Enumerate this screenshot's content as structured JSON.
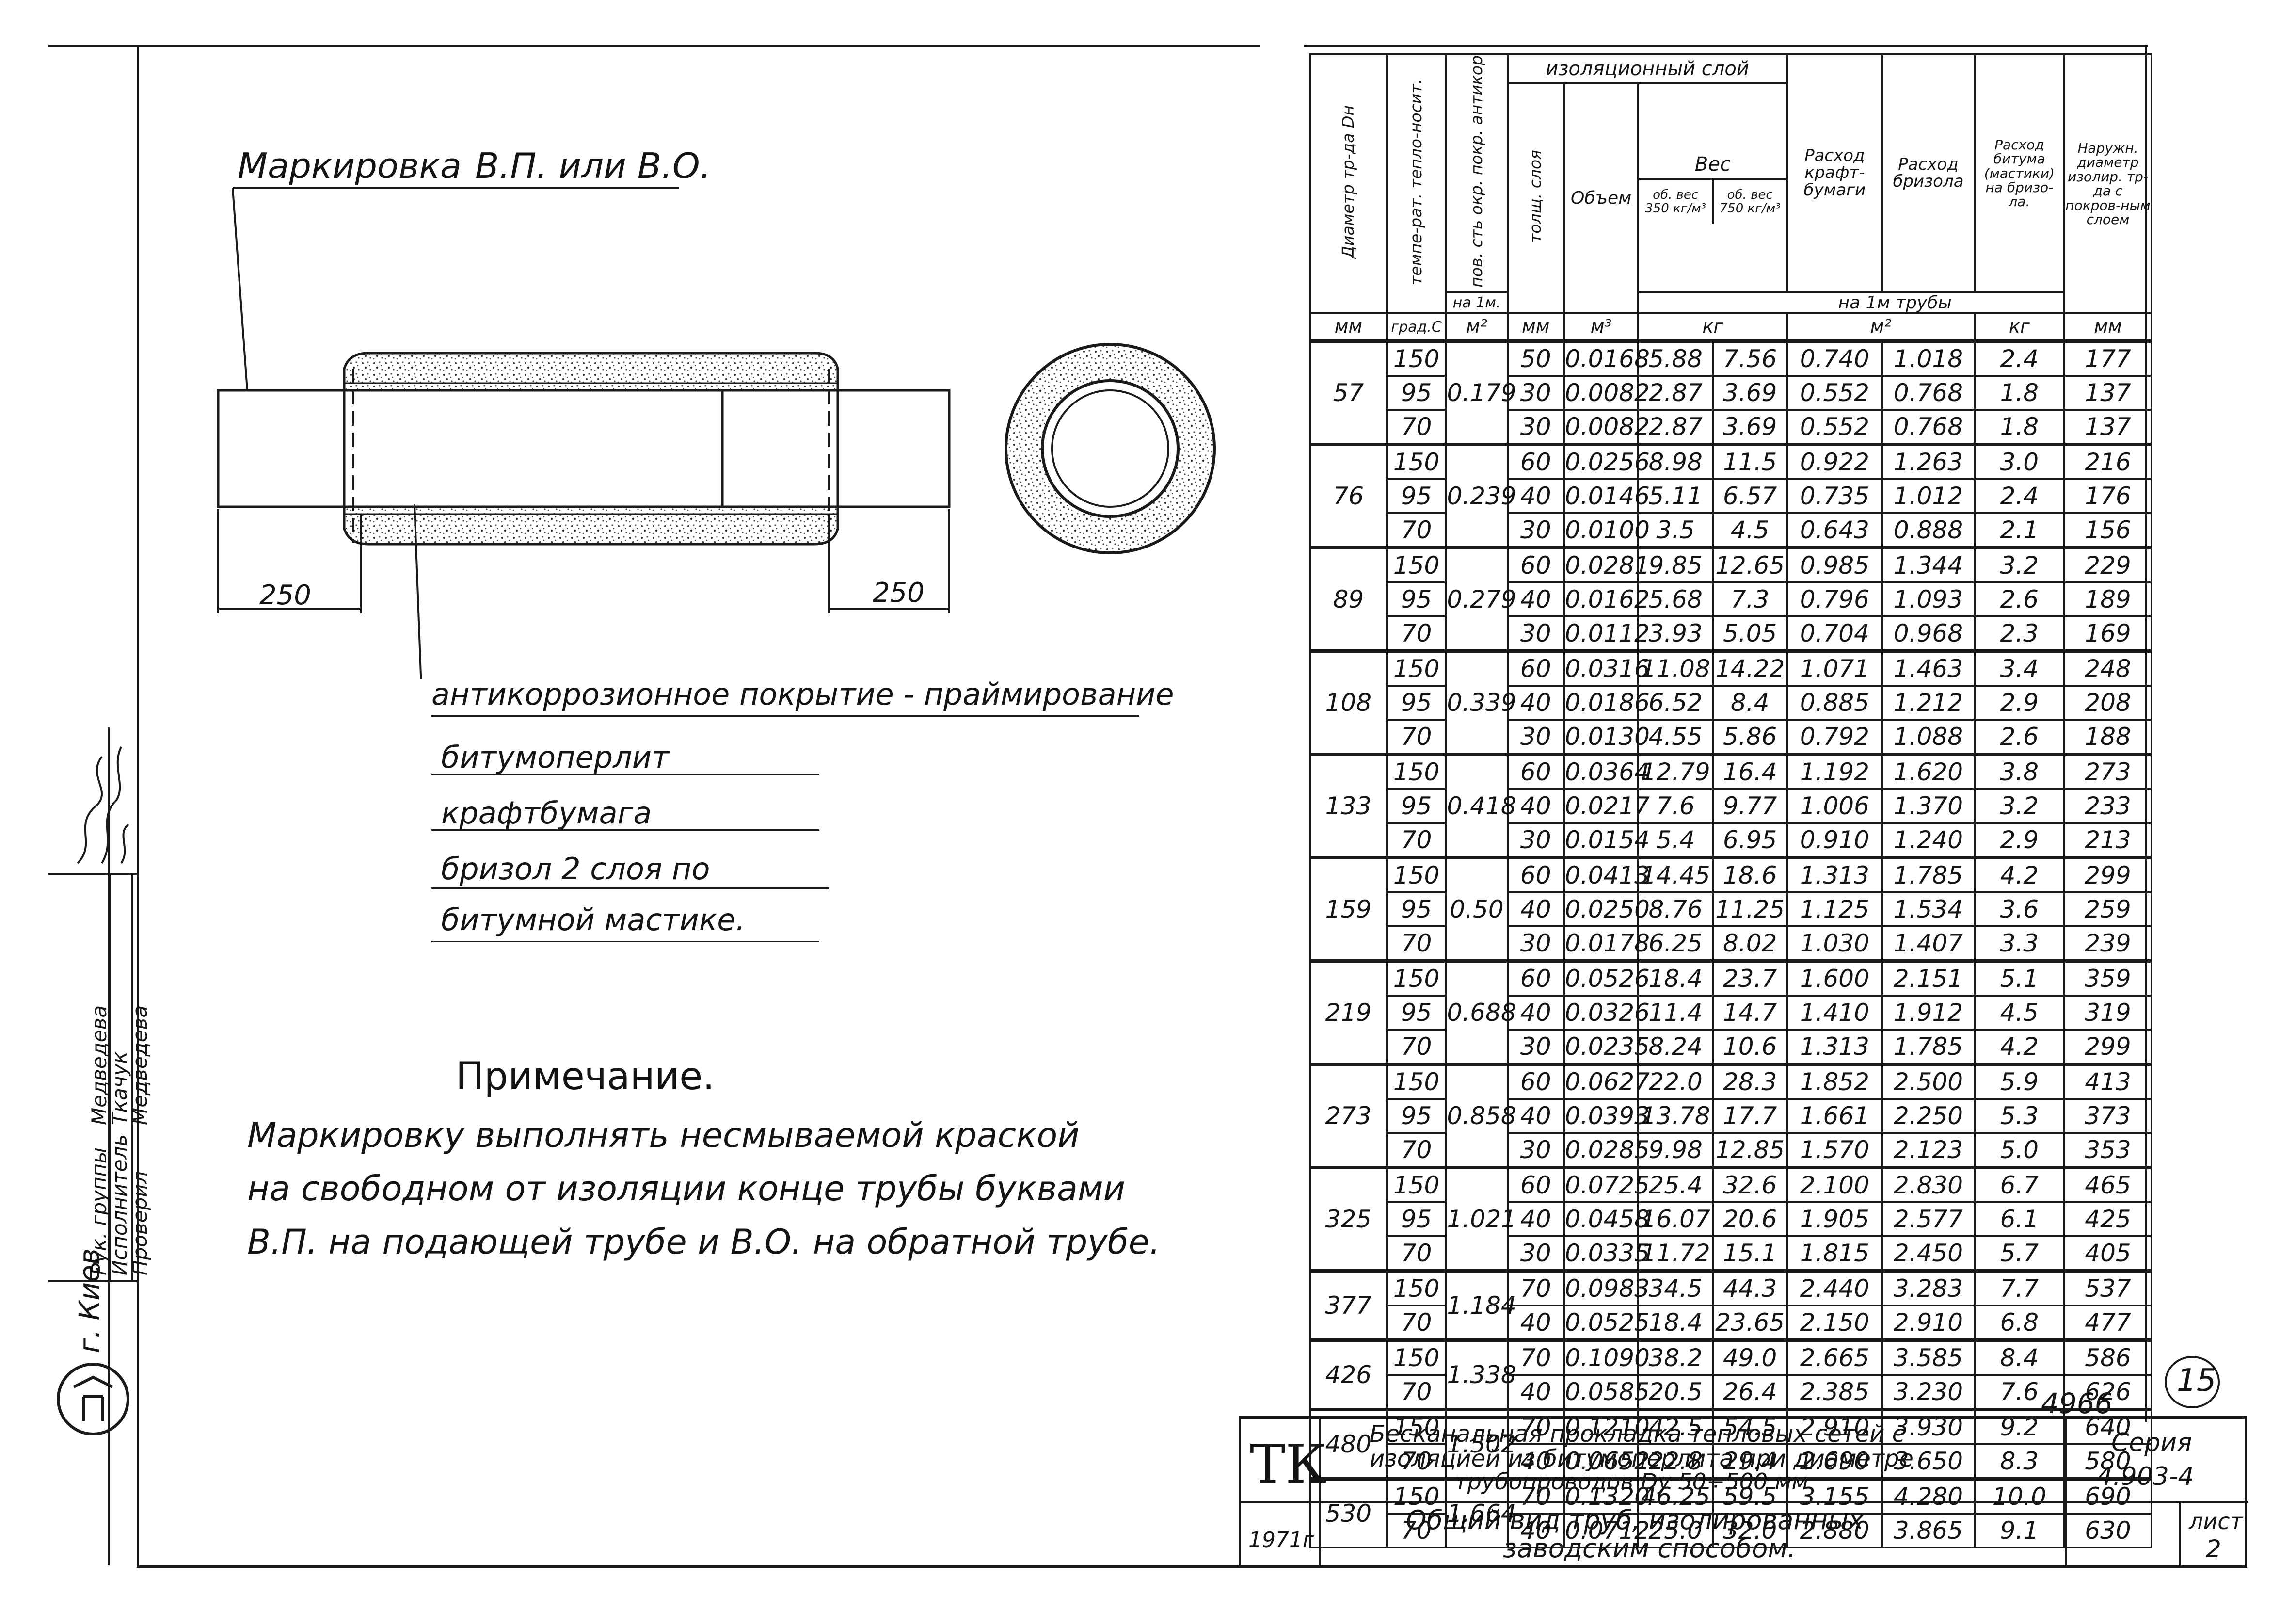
{
  "marking_label": "Маркировка",
  "marking_value": "В.П. или В.О.",
  "dim_left": "250",
  "dim_right": "250",
  "layers": [
    "антикоррозионное покрытие - праймирование",
    "битумоперлит",
    "крафтбумага",
    "бризол   2 слоя   по",
    "битумной     мастике."
  ],
  "note_title": "Примечание.",
  "note_lines": [
    "Маркировку  выполнять  несмываемой  краской",
    "на  свободном  от  изоляции  конце  трубы  буквами",
    "В.П.  на  подающей  трубе  и  В.О.  на обратной  трубе."
  ],
  "stamp": {
    "roles": [
      "Рук. группы",
      "Исполнитель",
      "Проверил"
    ],
    "names": [
      "Медведева",
      "Ткачук",
      "Медведева"
    ],
    "city": "г. Киев"
  },
  "table": {
    "headers": {
      "diameter": "Диаметр тр-да Dн",
      "temperature": "темпе-рат. тепло-носит.",
      "surface": "пов. сть окр. покр. антикор",
      "surface_unit": "на 1м.",
      "insulation_layer": "изоляционный слой",
      "thickness": "толщ. слоя",
      "volume": "Объем",
      "weight": "Вес",
      "weight350": "об. вес 350 кг/м³",
      "weight750": "об. вес 750 кг/м³",
      "kraft": "Расход крафт-бумаги",
      "brizol": "Расход бризола",
      "bitumen": "Расход битума (мастики) на бризо-ла.",
      "outer": "Наружн. диаметр изолир. тр-да с покров-ным слоем",
      "per_meter": "на 1м трубы"
    },
    "units": [
      "мм",
      "град.С",
      "м²",
      "мм",
      "м³",
      "кг",
      "",
      "м²",
      "",
      "кг",
      "мм"
    ],
    "groups": [
      {
        "d": "57",
        "s": "0.179",
        "rows": [
          [
            "150",
            "50",
            "0.0168",
            "5.88",
            "7.56",
            "0.740",
            "1.018",
            "2.4",
            "177"
          ],
          [
            "95",
            "30",
            "0.0082",
            "2.87",
            "3.69",
            "0.552",
            "0.768",
            "1.8",
            "137"
          ],
          [
            "70",
            "30",
            "0.0082",
            "2.87",
            "3.69",
            "0.552",
            "0.768",
            "1.8",
            "137"
          ]
        ]
      },
      {
        "d": "76",
        "s": "0.239",
        "rows": [
          [
            "150",
            "60",
            "0.0256",
            "8.98",
            "11.5",
            "0.922",
            "1.263",
            "3.0",
            "216"
          ],
          [
            "95",
            "40",
            "0.0146",
            "5.11",
            "6.57",
            "0.735",
            "1.012",
            "2.4",
            "176"
          ],
          [
            "70",
            "30",
            "0.0100",
            "3.5",
            "4.5",
            "0.643",
            "0.888",
            "2.1",
            "156"
          ]
        ]
      },
      {
        "d": "89",
        "s": "0.279",
        "rows": [
          [
            "150",
            "60",
            "0.0281",
            "9.85",
            "12.65",
            "0.985",
            "1.344",
            "3.2",
            "229"
          ],
          [
            "95",
            "40",
            "0.0162",
            "5.68",
            "7.3",
            "0.796",
            "1.093",
            "2.6",
            "189"
          ],
          [
            "70",
            "30",
            "0.0112",
            "3.93",
            "5.05",
            "0.704",
            "0.968",
            "2.3",
            "169"
          ]
        ]
      },
      {
        "d": "108",
        "s": "0.339",
        "rows": [
          [
            "150",
            "60",
            "0.0316",
            "11.08",
            "14.22",
            "1.071",
            "1.463",
            "3.4",
            "248"
          ],
          [
            "95",
            "40",
            "0.0186",
            "6.52",
            "8.4",
            "0.885",
            "1.212",
            "2.9",
            "208"
          ],
          [
            "70",
            "30",
            "0.0130",
            "4.55",
            "5.86",
            "0.792",
            "1.088",
            "2.6",
            "188"
          ]
        ]
      },
      {
        "d": "133",
        "s": "0.418",
        "rows": [
          [
            "150",
            "60",
            "0.0364",
            "12.79",
            "16.4",
            "1.192",
            "1.620",
            "3.8",
            "273"
          ],
          [
            "95",
            "40",
            "0.0217",
            "7.6",
            "9.77",
            "1.006",
            "1.370",
            "3.2",
            "233"
          ],
          [
            "70",
            "30",
            "0.0154",
            "5.4",
            "6.95",
            "0.910",
            "1.240",
            "2.9",
            "213"
          ]
        ]
      },
      {
        "d": "159",
        "s": "0.50",
        "rows": [
          [
            "150",
            "60",
            "0.0413",
            "14.45",
            "18.6",
            "1.313",
            "1.785",
            "4.2",
            "299"
          ],
          [
            "95",
            "40",
            "0.0250",
            "8.76",
            "11.25",
            "1.125",
            "1.534",
            "3.6",
            "259"
          ],
          [
            "70",
            "30",
            "0.0178",
            "6.25",
            "8.02",
            "1.030",
            "1.407",
            "3.3",
            "239"
          ]
        ]
      },
      {
        "d": "219",
        "s": "0.688",
        "rows": [
          [
            "150",
            "60",
            "0.0526",
            "18.4",
            "23.7",
            "1.600",
            "2.151",
            "5.1",
            "359"
          ],
          [
            "95",
            "40",
            "0.0326",
            "11.4",
            "14.7",
            "1.410",
            "1.912",
            "4.5",
            "319"
          ],
          [
            "70",
            "30",
            "0.0235",
            "8.24",
            "10.6",
            "1.313",
            "1.785",
            "4.2",
            "299"
          ]
        ]
      },
      {
        "d": "273",
        "s": "0.858",
        "rows": [
          [
            "150",
            "60",
            "0.0627",
            "22.0",
            "28.3",
            "1.852",
            "2.500",
            "5.9",
            "413"
          ],
          [
            "95",
            "40",
            "0.0393",
            "13.78",
            "17.7",
            "1.661",
            "2.250",
            "5.3",
            "373"
          ],
          [
            "70",
            "30",
            "0.0285",
            "9.98",
            "12.85",
            "1.570",
            "2.123",
            "5.0",
            "353"
          ]
        ]
      },
      {
        "d": "325",
        "s": "1.021",
        "rows": [
          [
            "150",
            "60",
            "0.0725",
            "25.4",
            "32.6",
            "2.100",
            "2.830",
            "6.7",
            "465"
          ],
          [
            "95",
            "40",
            "0.0458",
            "16.07",
            "20.6",
            "1.905",
            "2.577",
            "6.1",
            "425"
          ],
          [
            "70",
            "30",
            "0.0335",
            "11.72",
            "15.1",
            "1.815",
            "2.450",
            "5.7",
            "405"
          ]
        ]
      },
      {
        "d": "377",
        "s": "1.184",
        "rows": [
          [
            "150",
            "70",
            "0.0983",
            "34.5",
            "44.3",
            "2.440",
            "3.283",
            "7.7",
            "537"
          ],
          [
            "70",
            "40",
            "0.0525",
            "18.4",
            "23.65",
            "2.150",
            "2.910",
            "6.8",
            "477"
          ]
        ]
      },
      {
        "d": "426",
        "s": "1.338",
        "rows": [
          [
            "150",
            "70",
            "0.1090",
            "38.2",
            "49.0",
            "2.665",
            "3.585",
            "8.4",
            "586"
          ],
          [
            "70",
            "40",
            "0.0585",
            "20.5",
            "26.4",
            "2.385",
            "3.230",
            "7.6",
            "626"
          ]
        ]
      },
      {
        "d": "480",
        "s": "1.502",
        "rows": [
          [
            "150",
            "70",
            "0.1210",
            "42.5",
            "54.5",
            "2.910",
            "3.930",
            "9.2",
            "640"
          ],
          [
            "70",
            "40",
            "0.0652",
            "22.8",
            "29.4",
            "2.690",
            "3.650",
            "8.3",
            "580"
          ]
        ]
      },
      {
        "d": "530",
        "s": "1.664",
        "rows": [
          [
            "150",
            "70",
            "0.1320",
            "46.25",
            "59.5",
            "3.155",
            "4.280",
            "10.0",
            "690"
          ],
          [
            "70",
            "40",
            "0.0712",
            "25.0",
            "32.0",
            "2.880",
            "3.865",
            "9.1",
            "630"
          ]
        ]
      }
    ]
  },
  "page_number": "15",
  "archive_number": "4966",
  "title_block": {
    "mark": "ТК",
    "title_lines": [
      "Бесканальная прокладка тепловых сетей с",
      "изоляцией из битумоперлита при диаметре",
      "трубопроводов Dy 50÷500 мм"
    ],
    "series_label": "Серия",
    "series_value": "4.903-4",
    "year": "1971г",
    "subtitle_lines": [
      "Общий вид труб, изолированных",
      "заводским способом."
    ],
    "sheet_label": "лист",
    "sheet_value": "2"
  }
}
